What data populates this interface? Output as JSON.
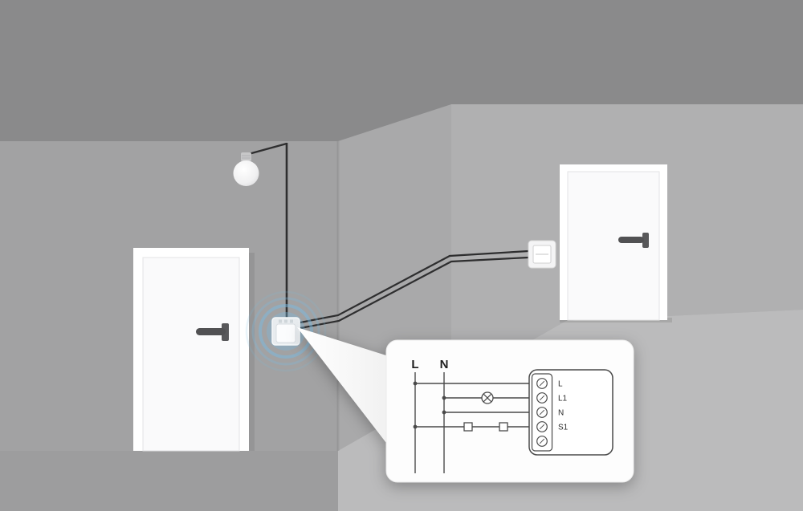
{
  "scene": {
    "description": "Smart switch relay module installed in wall controlling a pendant lamp, with wiring-diagram callout",
    "colors": {
      "ceiling": "#8a8a8b",
      "left_wall": "#a2a2a3",
      "corner_wall": "#a9a9aa",
      "right_wall": "#b0b0b1",
      "floor_right": "#bbbbbc",
      "floor_left": "#9d9d9e",
      "door": "#fafafb",
      "door_frame": "#ffffff",
      "handle": "#515153",
      "cable": "#2e2e2f",
      "glow_blue": "#79bae2",
      "panel_bg": "#fdfdfd",
      "diagram_stroke": "#4a4a4a"
    }
  },
  "callout": {
    "diagram": {
      "supply": {
        "live": "L",
        "neutral": "N"
      },
      "terminals": [
        "L",
        "L1",
        "N",
        "S1"
      ],
      "symbols": {
        "lamp": "circle-with-x",
        "wall_switch": "contact-squares",
        "junction": "filled-dot"
      }
    }
  },
  "icons": {
    "light-bulb-icon": "pendant bulb shape",
    "door-handle-icon": "lever handle bar",
    "smart-module-icon": "small white relay box",
    "glow-rings-icon": "concentric blue highlight rings",
    "wall-switch-icon": "square rocker switch",
    "lamp-symbol-icon": "circle with X (load)",
    "switch-contact-icon": "two small squares on wire",
    "terminal-screw-icon": "screw terminal circle"
  }
}
